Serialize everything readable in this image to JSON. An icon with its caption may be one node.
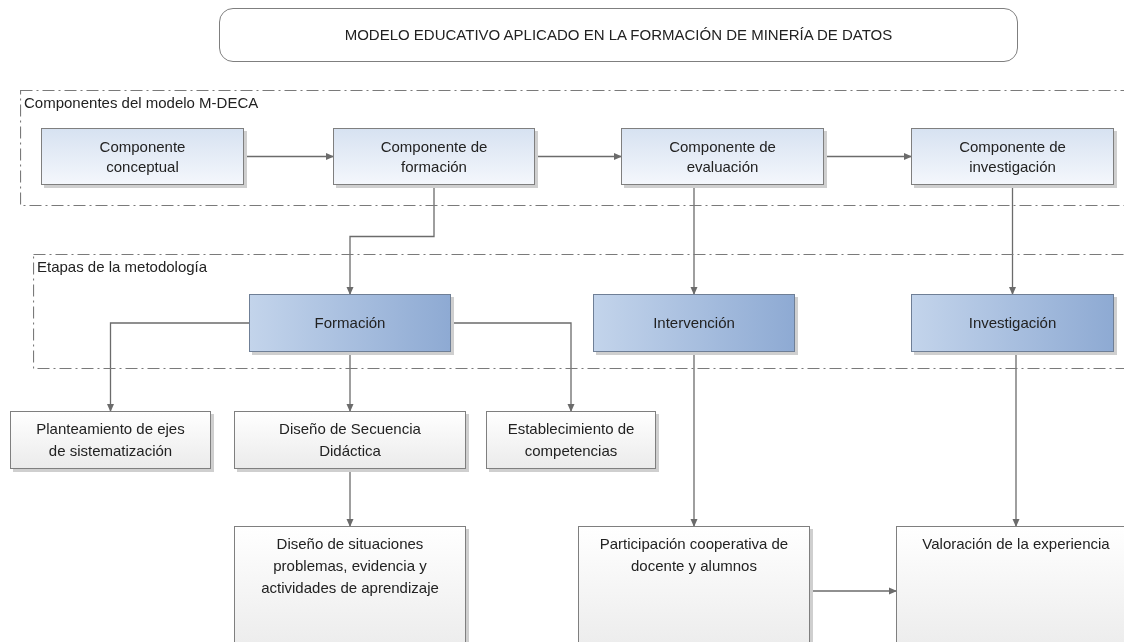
{
  "diagram": {
    "nodes": [
      {
        "text": [
          "MODELO EDUCATIVO APLICADO EN LA FORMACIÓN DE MINERÍA DE DATOS"
        ]
      },
      {
        "text": [
          "Componentes del modelo M-DECA"
        ]
      },
      {
        "text": [
          "Componente conceptual"
        ],
        "in": 1
      },
      {
        "text": [
          "Componente de formación"
        ],
        "in": 1
      },
      {
        "text": [
          "Componente de evaluación"
        ],
        "in": 1
      },
      {
        "text": [
          "Componente de investigación"
        ],
        "in": 1
      },
      {
        "text": [
          "Etapas de la metodología"
        ]
      },
      {
        "text": [
          "Formación"
        ],
        "in": 6
      },
      {
        "text": [
          "Intervención"
        ],
        "in": 6
      },
      {
        "text": [
          "Investigación"
        ],
        "in": 6
      },
      {
        "text": [
          "Planteamiento de ejes de sistematización"
        ]
      },
      {
        "text": [
          "Diseño de Secuencia Didáctica"
        ]
      },
      {
        "text": [
          "Establecimiento de competencias"
        ]
      },
      {
        "text": [
          "Diseño de situaciones problemas, evidencia y actividades de aprendizaje"
        ]
      },
      {
        "text": [
          "Participación cooperativa de docente y alumnos"
        ]
      },
      {
        "text": [
          "Valoración de la experiencia"
        ]
      }
    ],
    "edges": [
      {
        "from": 2,
        "to": 3,
        "arrow": "to"
      },
      {
        "from": 3,
        "to": 4,
        "arrow": "to"
      },
      {
        "from": 4,
        "to": 5,
        "arrow": "to"
      },
      {
        "from": 3,
        "to": 7,
        "arrow": "to"
      },
      {
        "from": 4,
        "to": 8,
        "arrow": "to"
      },
      {
        "from": 5,
        "to": 9,
        "arrow": "to"
      },
      {
        "from": 7,
        "to": 10,
        "arrow": "to"
      },
      {
        "from": 7,
        "to": 11,
        "arrow": "to"
      },
      {
        "from": 7,
        "to": 12,
        "arrow": "to"
      },
      {
        "from": 11,
        "to": 13,
        "arrow": "to"
      },
      {
        "from": 8,
        "to": 14,
        "arrow": "to"
      },
      {
        "from": 9,
        "to": 15,
        "arrow": "to"
      },
      {
        "from": 14,
        "to": 15,
        "arrow": "to"
      }
    ]
  }
}
